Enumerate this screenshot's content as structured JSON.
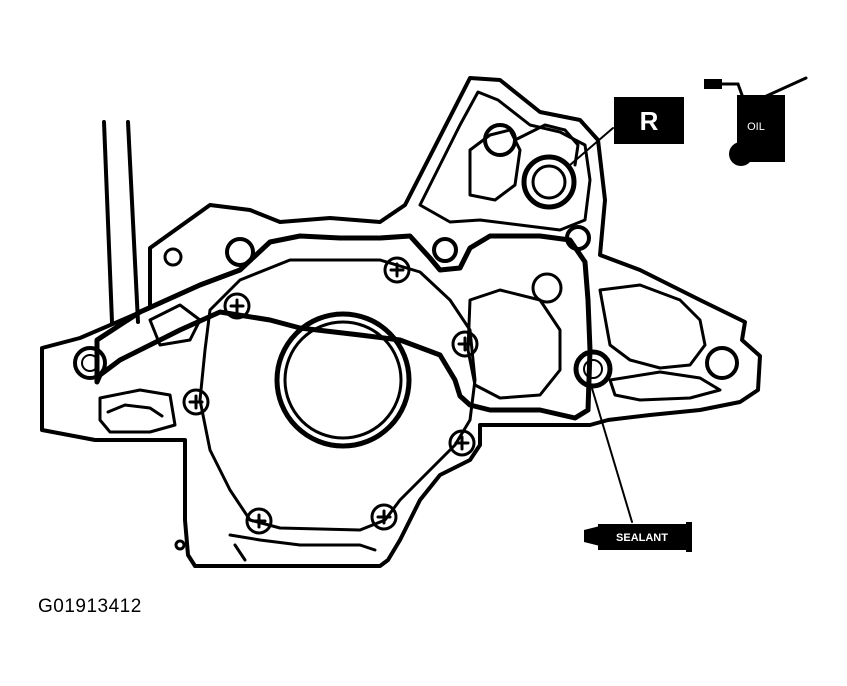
{
  "figure_id": "G01913412",
  "labels": {
    "replace_badge": "R",
    "oil_can": "OIL",
    "sealant_tube": "SEALANT"
  },
  "colors": {
    "ink": "#000000",
    "paper": "#ffffff"
  }
}
